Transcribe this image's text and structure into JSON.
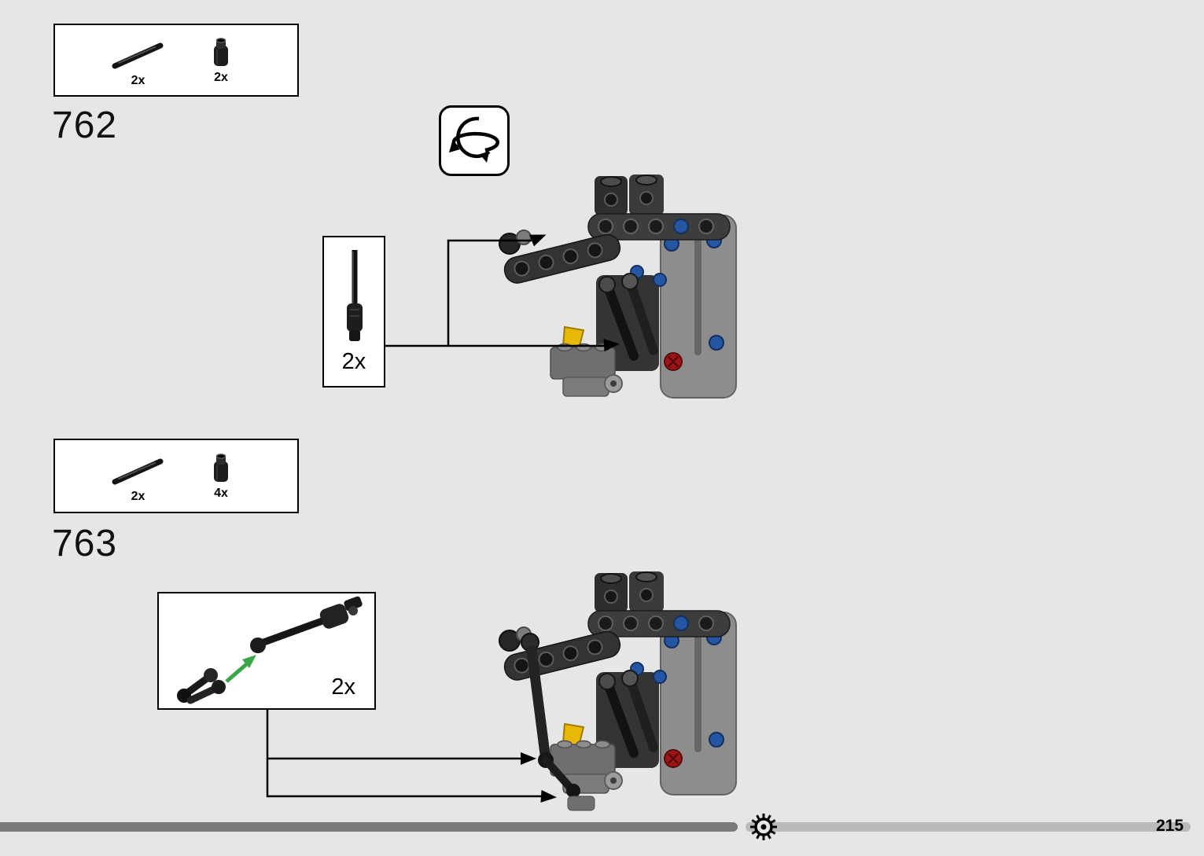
{
  "steps": {
    "step_762": {
      "number": "762",
      "parts_box": {
        "items": [
          {
            "part": "axle-3l-black",
            "count": "2x"
          },
          {
            "part": "axle-pin-connector-black",
            "count": "2x"
          }
        ]
      },
      "rotate_icon": "rotate-model-icon",
      "callout": {
        "part": "axle-with-stop-connector",
        "count": "2x"
      }
    },
    "step_763": {
      "number": "763",
      "parts_box": {
        "items": [
          {
            "part": "axle-3l-black",
            "count": "2x"
          },
          {
            "part": "axle-pin-connector-black",
            "count": "4x"
          }
        ]
      },
      "callout": {
        "part": "ball-joint-link-assembly",
        "count": "2x"
      }
    }
  },
  "footer": {
    "page_number": "215",
    "progress_icon": "gear-icon"
  },
  "colors": {
    "page_background": "#e6e6e6",
    "dark_beam": "#343434",
    "panel_gray": "#8d8d8d",
    "pin_blue": "#2456a4",
    "knob_red": "#9c1616",
    "accent_yellow": "#e9b90a",
    "arrow_green": "#3aa648",
    "progress_dark": "#7a7a7a",
    "progress_light": "#bbbab8"
  }
}
